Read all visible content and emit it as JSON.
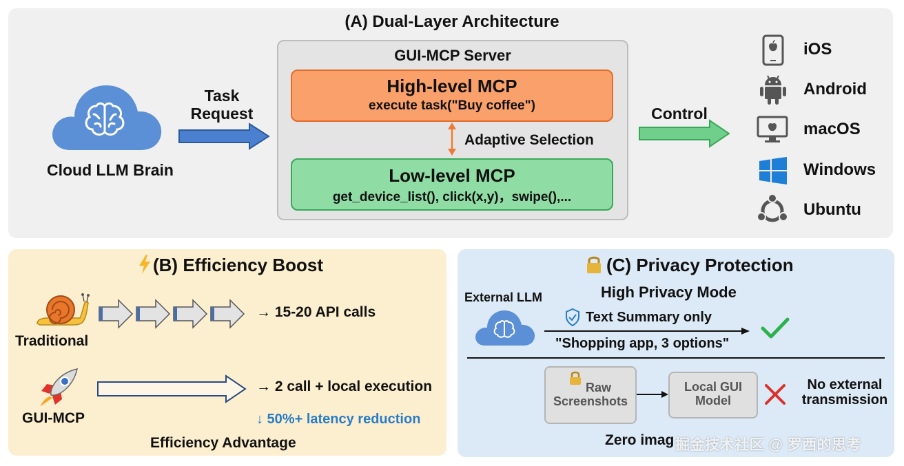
{
  "panel_a": {
    "title": "(A) Dual-Layer Architecture",
    "brain_label": "Cloud LLM Brain",
    "task_label_line1": "Task",
    "task_label_line2": "Request",
    "server_title": "GUI-MCP Server",
    "high_title": "High-level MCP",
    "high_code": "execute task(\"Buy coffee\")",
    "adaptive": "Adaptive Selection",
    "low_title": "Low-level MCP",
    "low_code": "get_device_list(), click(x,y)，swipe(),...",
    "control_label": "Control",
    "platforms": [
      {
        "name": "iOS",
        "icon": "phone-apple-icon"
      },
      {
        "name": "Android",
        "icon": "android-icon"
      },
      {
        "name": "macOS",
        "icon": "monitor-apple-icon"
      },
      {
        "name": "Windows",
        "icon": "windows-icon"
      },
      {
        "name": "Ubuntu",
        "icon": "ubuntu-icon"
      }
    ]
  },
  "panel_b": {
    "title": "(B) Efficiency Boost",
    "traditional_label": "Traditional",
    "traditional_result": "→ 15-20 API calls",
    "guimcp_label": "GUI-MCP",
    "guimcp_result": "→ 2 call + local execution",
    "latency": "↓ 50%+ latency reduction",
    "footer": "Efficiency Advantage"
  },
  "panel_c": {
    "title": "(C) Privacy Protection",
    "external_llm": "External LLM",
    "mode_title": "High Privacy Mode",
    "summary_label": "Text Summary only",
    "summary_quote": "\"Shopping app, 3 options\"",
    "raw_line1": "Raw",
    "raw_line2": "Screenshots",
    "local_line1": "Local GUI",
    "local_line2": "Model",
    "no_ext_line1": "No external",
    "no_ext_line2": "transmission",
    "footer": "Zero imag",
    "watermark": "掘金技术社区 @ 罗西的思考"
  },
  "colors": {
    "panel_a_bg": "#f0f0f0",
    "panel_b_bg": "#fcefcf",
    "panel_c_bg": "#dce9f6",
    "cloud_blue": "#5b8fd6",
    "high_orange": "#f9a06b",
    "low_green": "#8fdca4",
    "check_green": "#2bb24c",
    "cross_red": "#d9322b"
  }
}
